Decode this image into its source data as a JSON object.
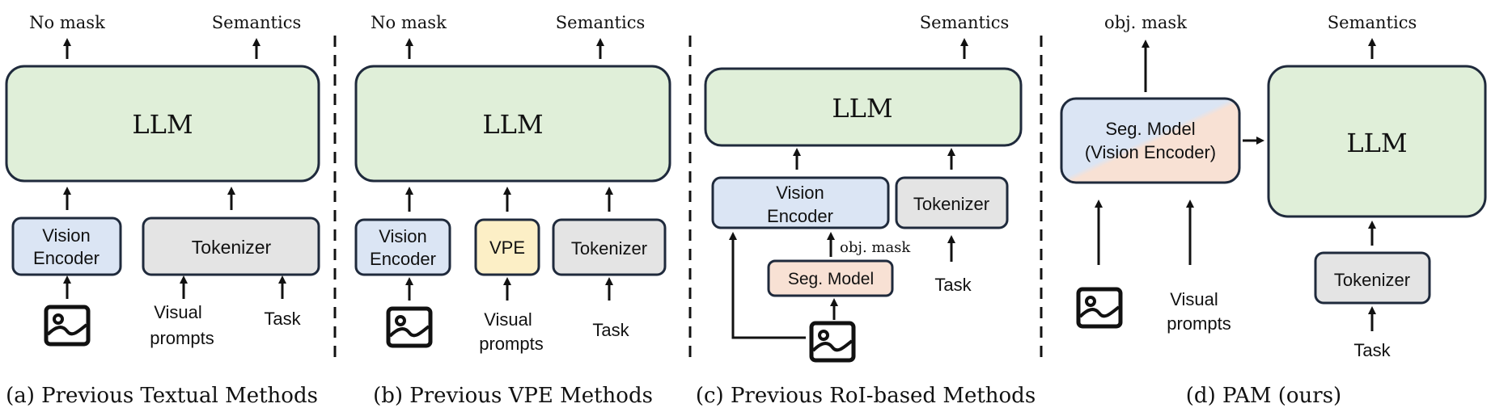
{
  "colors": {
    "llm_fill": "#e0efd9",
    "encoder_fill": "#dbe5f4",
    "tokenizer_fill": "#e4e4e4",
    "vpe_fill": "#fcefc6",
    "seg_fill": "#f8e1d4",
    "stroke": "#1f2a3c"
  },
  "panel_a": {
    "top_left": "No mask",
    "top_right": "Semantics",
    "llm": "LLM",
    "encoder_line1": "Vision",
    "encoder_line2": "Encoder",
    "tokenizer": "Tokenizer",
    "visual_prompts_line1": "Visual",
    "visual_prompts_line2": "prompts",
    "task": "Task",
    "caption": "(a) Previous Textual Methods"
  },
  "panel_b": {
    "top_left": "No mask",
    "top_right": "Semantics",
    "llm": "LLM",
    "encoder_line1": "Vision",
    "encoder_line2": "Encoder",
    "vpe": "VPE",
    "tokenizer": "Tokenizer",
    "visual_prompts_line1": "Visual",
    "visual_prompts_line2": "prompts",
    "task": "Task",
    "caption": "(b) Previous VPE Methods"
  },
  "panel_c": {
    "top_right": "Semantics",
    "llm": "LLM",
    "encoder_line1": "Vision",
    "encoder_line2": "Encoder",
    "tokenizer": "Tokenizer",
    "obj_mask": "obj. mask",
    "seg_model": "Seg. Model",
    "task": "Task",
    "caption": "(c) Previous RoI-based Methods"
  },
  "panel_d": {
    "obj_mask": "obj. mask",
    "top_right": "Semantics",
    "seg_line1": "Seg. Model",
    "seg_line2": "(Vision Encoder)",
    "llm": "LLM",
    "visual_prompts_line1": "Visual",
    "visual_prompts_line2": "prompts",
    "tokenizer": "Tokenizer",
    "task": "Task",
    "caption": "(d) PAM (ours)"
  },
  "icons": [
    "image-icon"
  ]
}
